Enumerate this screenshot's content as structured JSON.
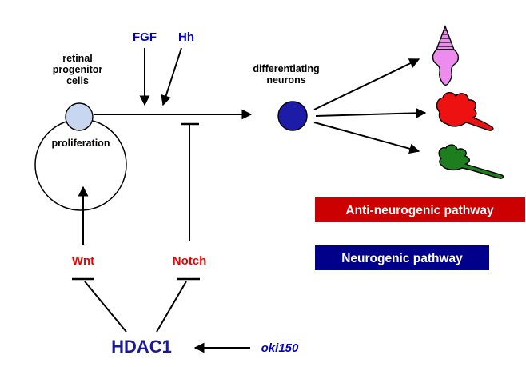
{
  "labels": {
    "retinal": "retinal",
    "progenitor": "progenitor",
    "cells": "cells",
    "proliferation": "proliferation",
    "fgf": "FGF",
    "hh": "Hh",
    "differentiating": "differentiating",
    "neurons": "neurons",
    "wnt": "Wnt",
    "notch": "Notch",
    "hdac1": "HDAC1",
    "oki150": "oki150"
  },
  "legend": {
    "anti_neurogenic_label": "Anti-neurogenic pathway",
    "neurogenic_label": "Neurogenic pathway"
  },
  "differentiated_cells": [
    {
      "icon": "striated-pink-photoreceptor-cell-icon"
    },
    {
      "icon": "red-neuron-cell-icon"
    },
    {
      "icon": "green-glia-cell-icon"
    }
  ],
  "colors": {
    "signal_text_blue": "#0000cc",
    "inhibitor_text_red": "#ee0000",
    "hdac1_blue": "#1a1a99",
    "progenitor_cell_fill": "#c7d7f0",
    "neuron_fill": "#1c1ca8",
    "anti_neurogenic_box": "#cc0000",
    "neurogenic_box": "#00008b",
    "photoreceptor_pink": "#ee8bee",
    "neuron_red": "#ee1111",
    "glia_green": "#1e7d1e",
    "line_black": "#000000"
  }
}
